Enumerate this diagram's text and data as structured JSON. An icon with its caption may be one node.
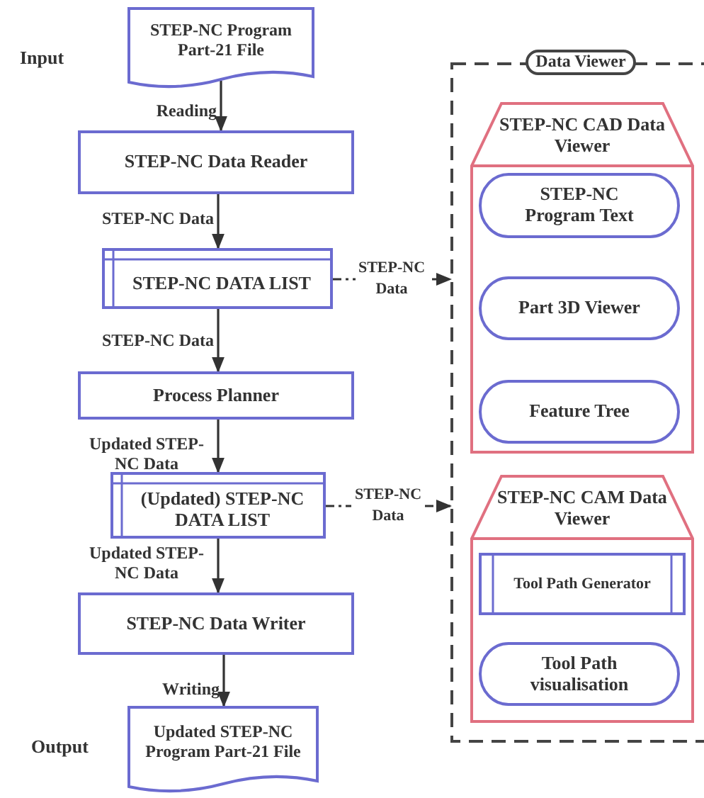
{
  "diagram": {
    "nodes": [
      {
        "text": [
          "STEP-NC Program Part-21 File"
        ],
        "beside": [
          "Input"
        ]
      },
      {
        "text": [
          "STEP-NC Data Reader"
        ]
      },
      {
        "text": [
          "STEP-NC DATA LIST"
        ]
      },
      {
        "text": [
          "Process Planner"
        ]
      },
      {
        "text": [
          "(Updated) STEP-NC DATA LIST"
        ]
      },
      {
        "text": [
          "STEP-NC Data Writer"
        ]
      },
      {
        "text": [
          "Updated STEP-NC Program Part-21 File"
        ],
        "beside": [
          "Output"
        ]
      },
      {
        "text": [
          "Data Viewer"
        ]
      },
      {
        "text": [
          "STEP-NC CAD Data Viewer"
        ],
        "in": 7
      },
      {
        "text": [
          "STEP-NC Program Text"
        ],
        "in": 8
      },
      {
        "text": [
          "Part 3D Viewer"
        ],
        "in": 8
      },
      {
        "text": [
          "Feature Tree"
        ],
        "in": 8
      },
      {
        "text": [
          "STEP-NC CAM Data Viewer"
        ],
        "in": 7
      },
      {
        "text": [
          "Tool Path Generator"
        ],
        "in": 12
      },
      {
        "text": [
          "Tool Path visualisation"
        ],
        "in": 12
      }
    ],
    "edges": [
      {
        "from": 0,
        "to": 1,
        "arrow": "to",
        "label": "Reading"
      },
      {
        "from": 1,
        "to": 2,
        "arrow": "to",
        "label": "STEP-NC Data"
      },
      {
        "from": 2,
        "to": 3,
        "arrow": "to",
        "label": "STEP-NC Data"
      },
      {
        "from": 3,
        "to": 4,
        "arrow": "to",
        "label": "Updated STEP-NC Data"
      },
      {
        "from": 4,
        "to": 5,
        "arrow": "to",
        "label": "Updated STEP-NC Data"
      },
      {
        "from": 5,
        "to": 6,
        "arrow": "to",
        "label": "Writing"
      },
      {
        "from": 2,
        "to": 7,
        "arrow": "to",
        "label": "STEP-NC Data",
        "style": "dashed"
      },
      {
        "from": 4,
        "to": 7,
        "arrow": "to",
        "label": "STEP-NC Data",
        "style": "dashed"
      }
    ]
  }
}
